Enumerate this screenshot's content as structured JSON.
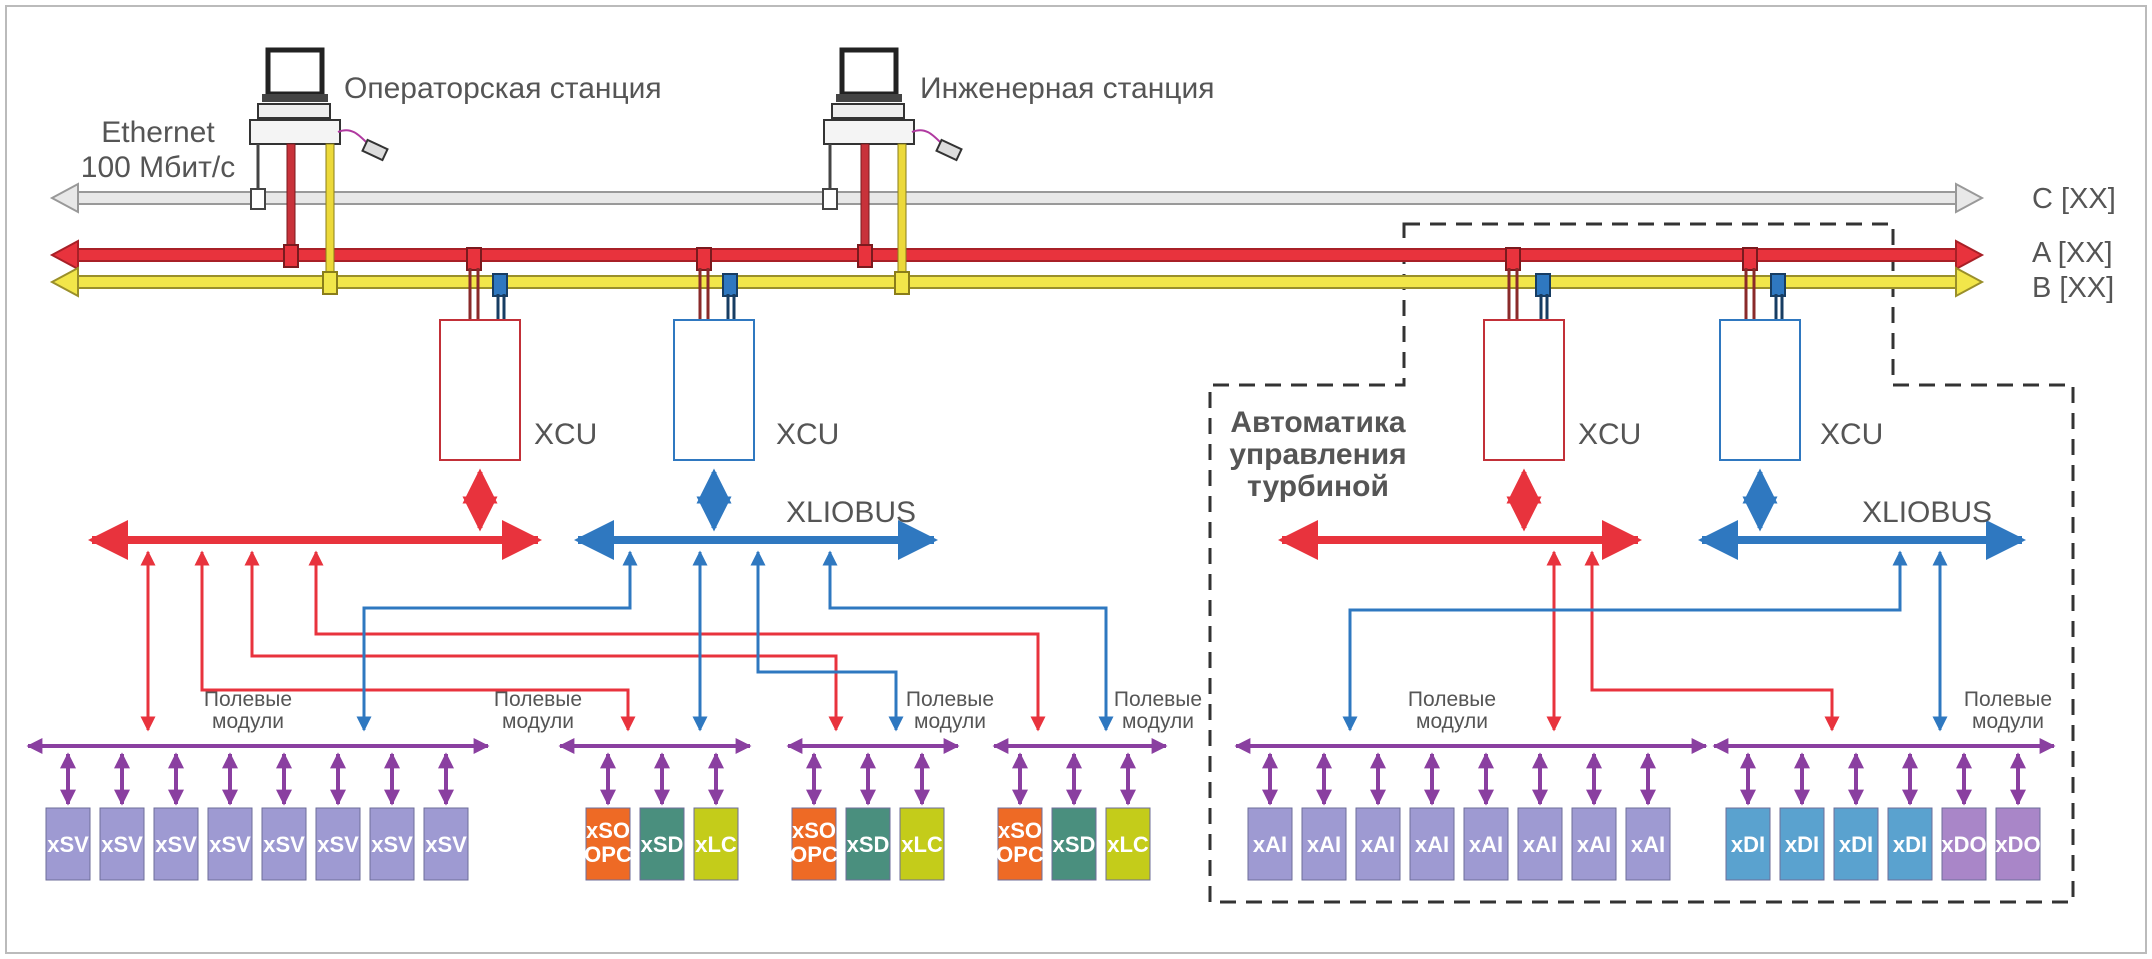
{
  "stations": {
    "operator": "Операторская станция",
    "engineer": "Инженерная станция"
  },
  "network": {
    "line1": "Ethernet",
    "line2": "100 Мбит/с"
  },
  "buses": {
    "c": "C [XX]",
    "a": "A [XX]",
    "b": "B [XX]"
  },
  "controllers": {
    "c1": "XCU",
    "c2": "XCU",
    "c3": "XCU",
    "c4": "XCU"
  },
  "xliobus": {
    "left": "XLIOBUS",
    "right": "XLIOBUS"
  },
  "field_groups": {
    "g1": [
      "Полевые",
      "модули"
    ],
    "g2": [
      "Полевые",
      "модули"
    ],
    "g3": [
      "Полевые",
      "модули"
    ],
    "g4": [
      "Полевые",
      "модули"
    ],
    "g5": [
      "Полевые",
      "модули"
    ],
    "g6": [
      "Полевые",
      "модули"
    ]
  },
  "turbine_group": [
    "Автоматика",
    "управления",
    "турбиной"
  ],
  "modules": {
    "g1": [
      [
        "xSV"
      ],
      [
        "xSV"
      ],
      [
        "xSV"
      ],
      [
        "xSV"
      ],
      [
        "xSV"
      ],
      [
        "xSV"
      ],
      [
        "xSV"
      ],
      [
        "xSV"
      ]
    ],
    "g2": [
      [
        "xSO",
        "OPC"
      ],
      [
        "xSD"
      ],
      [
        "xLC"
      ]
    ],
    "g3": [
      [
        "xSO",
        "OPC"
      ],
      [
        "xSD"
      ],
      [
        "xLC"
      ]
    ],
    "g4": [
      [
        "xSO",
        "OPC"
      ],
      [
        "xSD"
      ],
      [
        "xLC"
      ]
    ],
    "g5": [
      [
        "xAI"
      ],
      [
        "xAI"
      ],
      [
        "xAI"
      ],
      [
        "xAI"
      ],
      [
        "xAI"
      ],
      [
        "xAI"
      ],
      [
        "xAI"
      ],
      [
        "xAI"
      ]
    ],
    "g6": [
      [
        "xDI"
      ],
      [
        "xDI"
      ],
      [
        "xDI"
      ],
      [
        "xDI"
      ],
      [
        "xDO"
      ],
      [
        "xDO"
      ]
    ]
  },
  "colors": {
    "bus_a": "#e8333d",
    "bus_b": "#f2e64a",
    "bus_c": "#e6e6e6",
    "xliobus": "#2f78c0",
    "field_bus": "#8a3fa0",
    "xSV": "#9e9ad2",
    "xAI": "#9e9ad2",
    "xDI": "#5aa2cf",
    "xDO": "#a986c8",
    "xSO": "#ee6a25",
    "xSD": "#4a8f7e",
    "xLC": "#c4cc1a"
  }
}
